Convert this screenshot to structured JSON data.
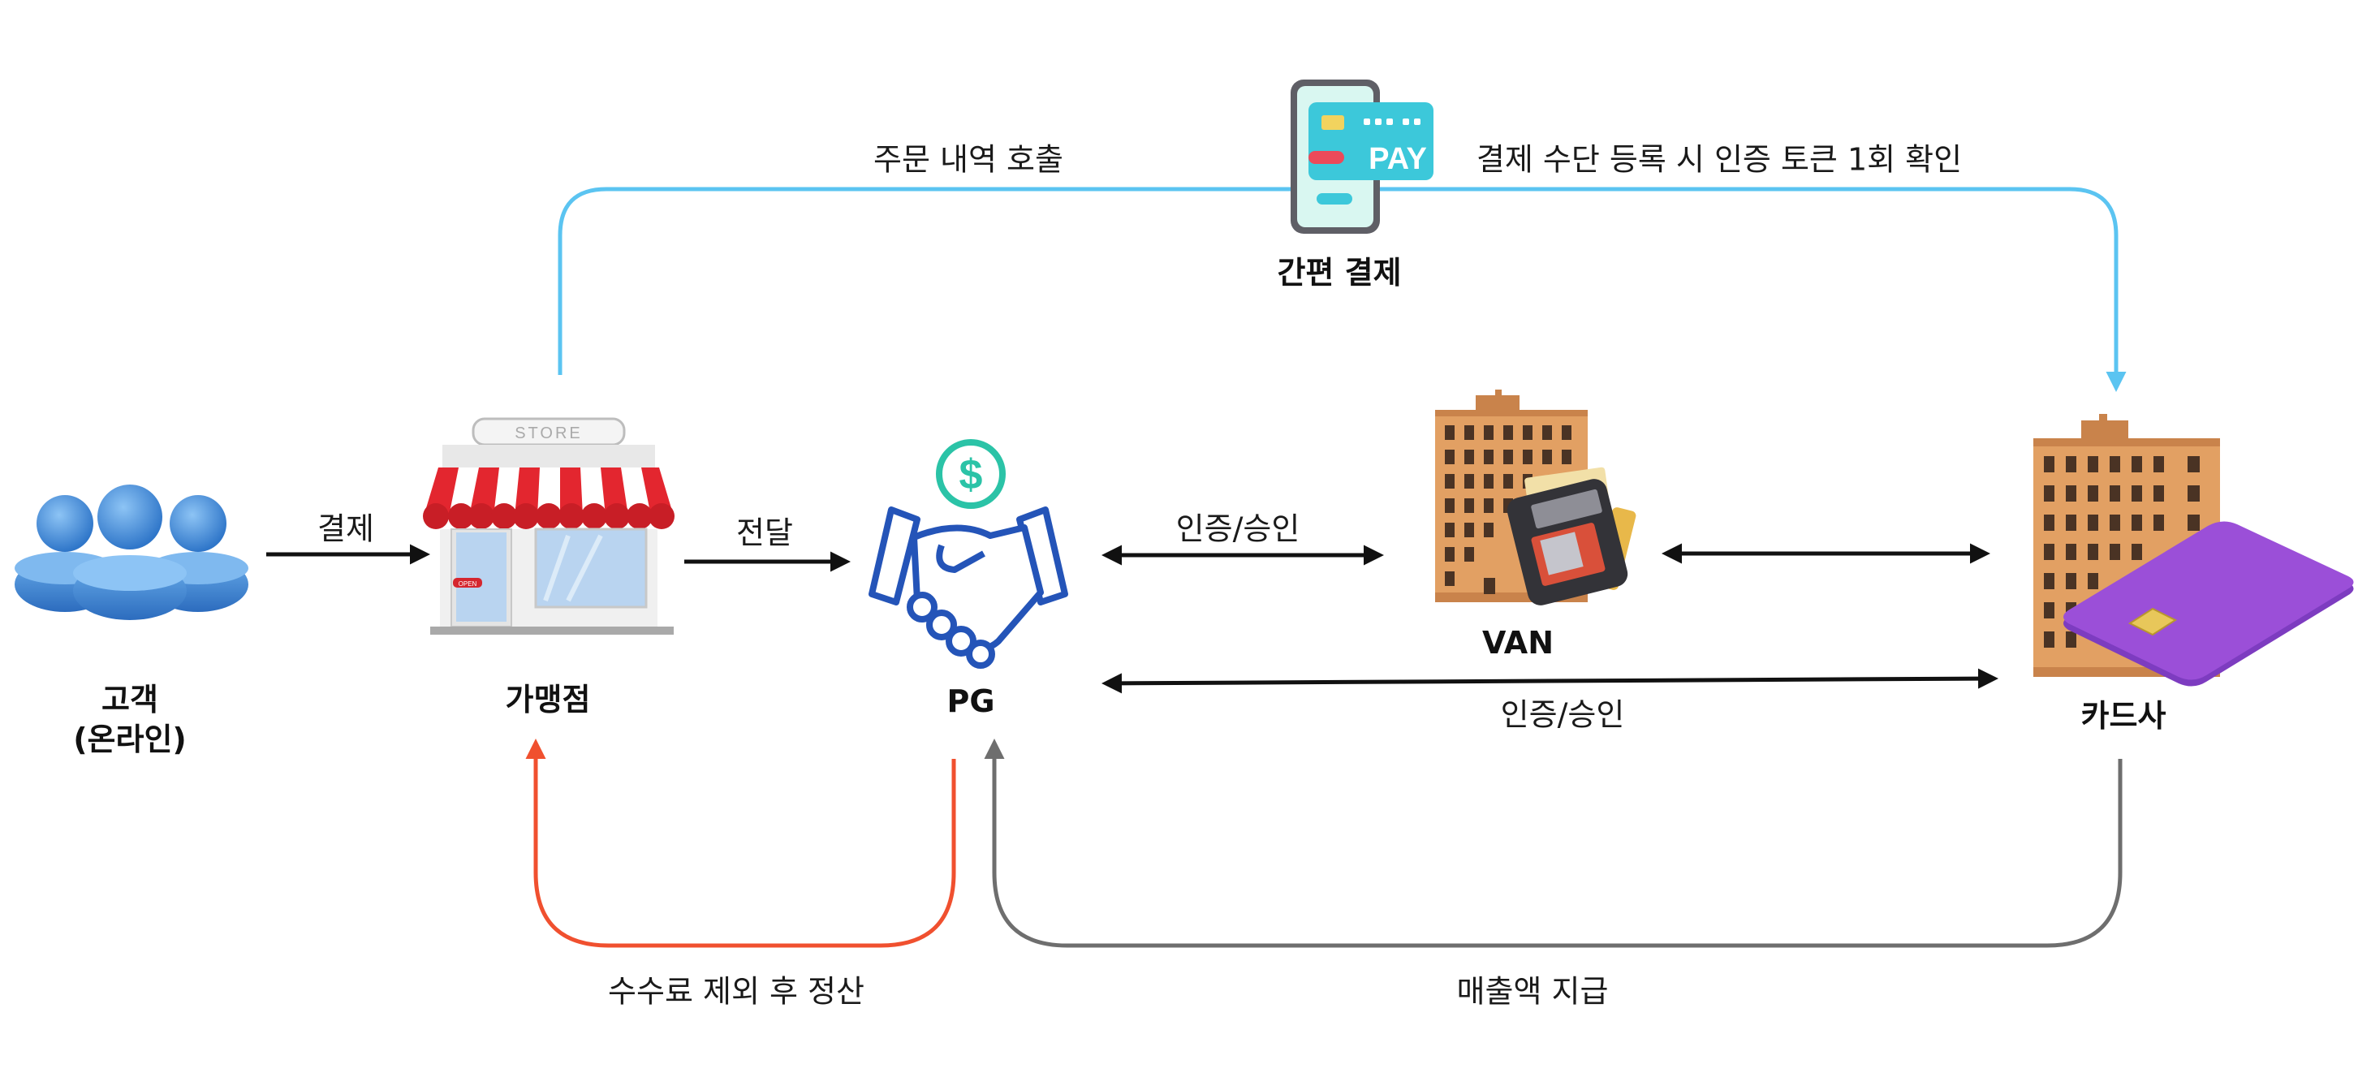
{
  "nodes": {
    "customer": {
      "label_1": "고객",
      "label_2": "(온라인)"
    },
    "merchant": {
      "label": "가맹점",
      "sign": "STORE",
      "door_sign": "OPEN"
    },
    "pg": {
      "label": "PG",
      "coin_symbol": "$"
    },
    "van": {
      "label": "VAN"
    },
    "card_company": {
      "label": "카드사"
    },
    "easy_pay": {
      "label": "간편 결제",
      "card_text": "PAY"
    }
  },
  "edges": {
    "payment": "결제",
    "forward": "전달",
    "auth_van": "인증/승인",
    "auth_direct": "인증/승인",
    "order_history": "주문 내역 호출",
    "token_check": "결제 수단 등록 시 인증 토큰 1회 확인",
    "settlement": "수수료 제외 후 정산",
    "sales_payout": "매출액 지급"
  },
  "colors": {
    "easy_pay_flow": "#5BC4F1",
    "settlement_flow": "#F0502F",
    "payout_flow": "#6E6E6E",
    "arrow_black": "#111111",
    "people_blue": "#3A86D6",
    "handshake_blue": "#2454B8",
    "coin_green": "#2BC3A7",
    "building": "#E2A063",
    "card_purple": "#9B4FD8"
  }
}
